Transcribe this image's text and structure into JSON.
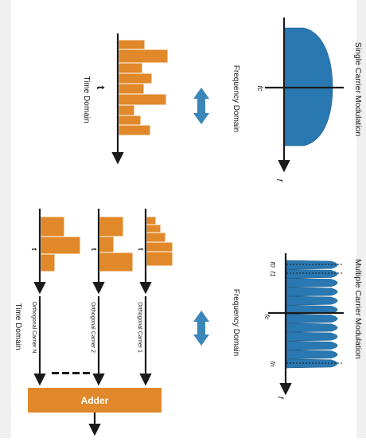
{
  "single": {
    "title": "Single Carrier Modulation",
    "freq_label": "Frequency Domain",
    "time_label": "Time Domain",
    "fc_label": "fc",
    "f_label": "f",
    "t_label": "t"
  },
  "multi": {
    "title": "Multiple Carrier Modulation",
    "freq_label": "Frequency Domain",
    "time_label": "Time Domain",
    "f0_label": "f0",
    "f1_label": "f1",
    "fc_label": "fc",
    "fn_label": "fn",
    "f_label": "f",
    "t_label": "t",
    "carriers": [
      "Orthogonal Carrier 1",
      "Orthogonal Carrier 2",
      "Orthogonal Carrier N"
    ],
    "adder_label": "Adder"
  },
  "colors": {
    "spectrum": "#2a78b2",
    "time_bars": "#e0882a",
    "arrow": "#3a86b8",
    "adder": "#e0882a"
  }
}
